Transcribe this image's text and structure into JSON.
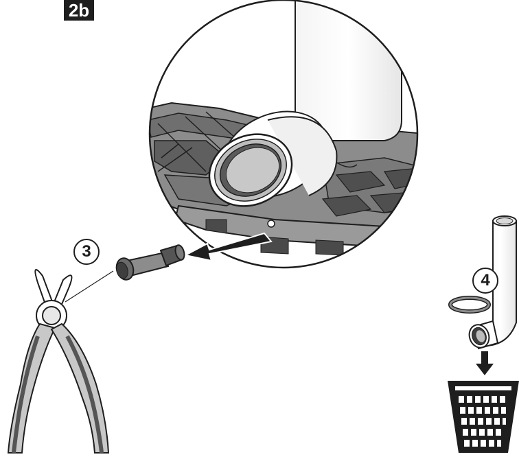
{
  "step_label": "2b",
  "callouts": {
    "three": "3",
    "four": "4"
  },
  "icons": [
    "pliers-icon",
    "drain-plug-icon",
    "o-ring-icon",
    "drain-pipe-elbow-icon",
    "basket-icon",
    "arrow-icon"
  ],
  "colors": {
    "outline": "#1e1e1e",
    "light_gray": "#c8c8c8",
    "mid_gray": "#8c8c8c",
    "dark_gray": "#555555"
  }
}
